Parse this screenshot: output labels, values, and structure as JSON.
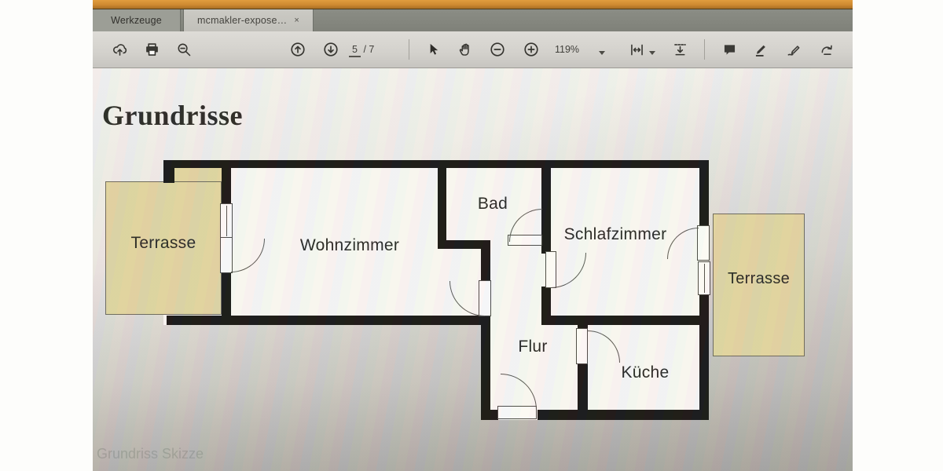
{
  "window": {
    "tabs": [
      {
        "label": "Werkzeuge"
      },
      {
        "label": "mcmakler-expose…",
        "close_label": "×"
      }
    ],
    "toolbar": {
      "page_current": "5",
      "page_divider": "/",
      "page_total": "7",
      "zoom_level": "119%",
      "icons": [
        "cloud-upload",
        "print",
        "search",
        "page-up",
        "page-down",
        "select-cursor",
        "hand-tool",
        "zoom-out",
        "zoom-in",
        "fit-width",
        "page-scroll",
        "comment",
        "highlighter",
        "fill-sign",
        "share"
      ]
    }
  },
  "document": {
    "heading": "Grundrisse",
    "caption": "Grundriss Skizze",
    "rooms": [
      {
        "name": "terrasse-left",
        "label": "Terrasse"
      },
      {
        "name": "wohnzimmer",
        "label": "Wohnzimmer"
      },
      {
        "name": "bad",
        "label": "Bad"
      },
      {
        "name": "schlafzimmer",
        "label": "Schlafzimmer"
      },
      {
        "name": "flur",
        "label": "Flur"
      },
      {
        "name": "kueche",
        "label": "Küche"
      },
      {
        "name": "terrasse-right",
        "label": "Terrasse"
      }
    ],
    "colors": {
      "terrace_fill": "#e0d5a2",
      "wall": "#1c1b18",
      "titlebar_orange": "#cf8a31"
    }
  }
}
